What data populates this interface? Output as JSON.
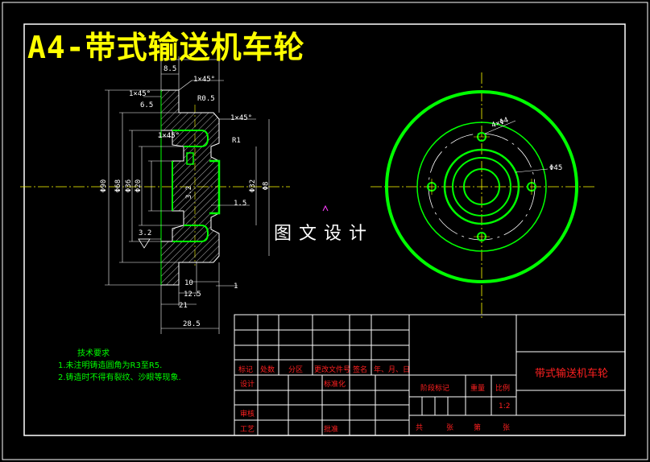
{
  "drawing_title": "A4-带式输送机车轮",
  "watermark": "图文设计",
  "tech_requirements": {
    "heading": "技术要求",
    "items": [
      "1.未注明铸造圆角为R3至R5.",
      "2.铸造时不得有裂纹、沙眼等现象."
    ]
  },
  "title_block": {
    "part_name": "带式输送机车轮",
    "header_row": [
      "标记",
      "处数",
      "分区",
      "更改文件号",
      "签名",
      "年、月、日"
    ],
    "design": "设计",
    "standardize": "标准化",
    "review": "审核",
    "process": "工艺",
    "approve": "批准",
    "stage_mark": "阶段标记",
    "weight": "重量",
    "scale": "比例",
    "scale_value": "1:2",
    "sheet_total": "共",
    "sheet_unit": "张",
    "sheet_no": "第",
    "sheet_unit2": "张"
  },
  "dimensions": {
    "top_width": "8.5",
    "chamfer_a": "1×45°",
    "chamfer_b": "1×45°",
    "chamfer_c": "1×45°",
    "chamfer_d": "1×45°",
    "ra": "6.5",
    "r05": "R0.5",
    "r1": "R1",
    "dia_90": "Φ90",
    "dia_68": "Φ68",
    "dia_36": "Φ36",
    "dia_20": "Φ20",
    "dia_32": "Φ32",
    "dia_n": "Φ8",
    "d15": "1.5",
    "d32": "3.2",
    "d10": "10",
    "d125": "12.5",
    "d21": "21",
    "d285": "28.5",
    "d1": "1",
    "holes": "4×Φ4",
    "pcd": "Φ45",
    "ra32": "3.2"
  }
}
